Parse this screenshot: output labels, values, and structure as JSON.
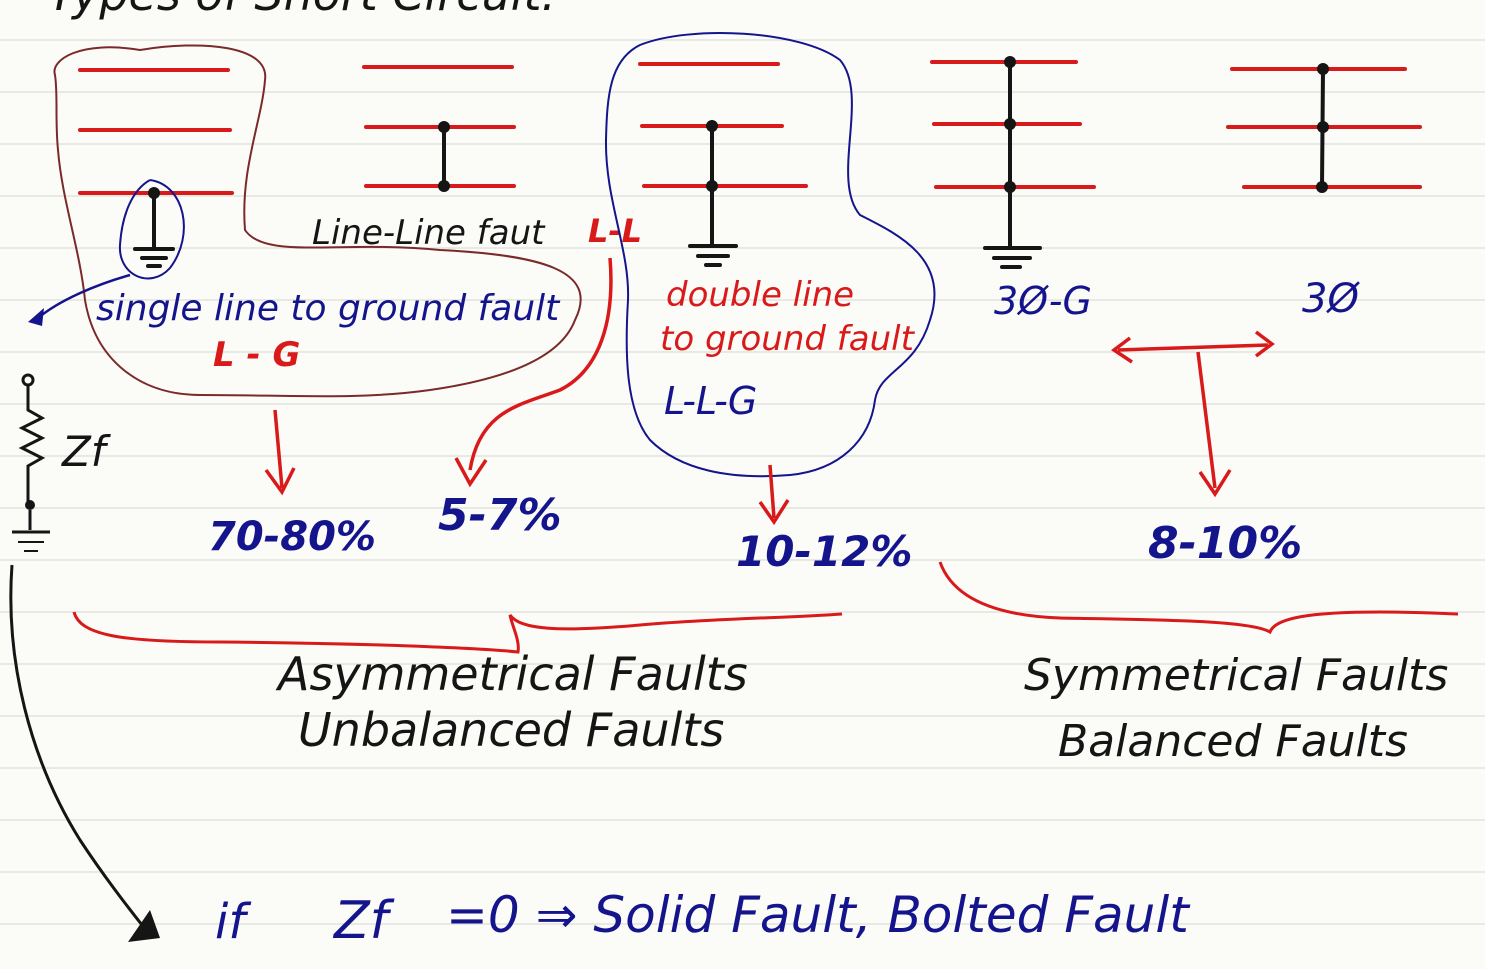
{
  "heading": "Types of Short Circuit:",
  "faults": {
    "slg": {
      "name": "single line to ground fault",
      "code": "L - G",
      "share": "70-80%"
    },
    "ll": {
      "name": "Line-Line faut",
      "code": "L-L",
      "share": "5-7%"
    },
    "dlg": {
      "name_line1": "double line",
      "name_line2": "to ground fault",
      "code": "L-L-G",
      "share": "10-12%"
    },
    "three_g": {
      "code": "3Ø-G"
    },
    "three": {
      "code": "3Ø"
    },
    "symmetric_share": "8-10%"
  },
  "impedance_label": "Zf",
  "groups": {
    "asym_line1": "Asymmetrical Faults",
    "asym_line2": "Unbalanced Faults",
    "sym_line1": "Symmetrical Faults",
    "sym_line2": "Balanced Faults"
  },
  "bottom_note": {
    "prefix": "if",
    "zf": "Zf",
    "rest": "=0 ⇒ Solid Fault, Bolted Fault"
  },
  "colors": {
    "ink_blue": "#14148c",
    "ink_red": "#d91a1a",
    "ink_dark": "#151515",
    "rule": "#e3e3de"
  }
}
